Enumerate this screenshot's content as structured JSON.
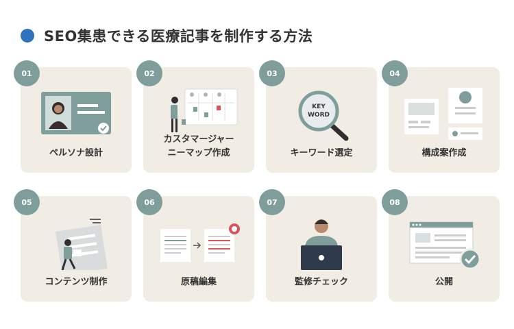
{
  "header": {
    "title": "SEO集患できる医療記事を制作する方法"
  },
  "steps": [
    {
      "num": "01",
      "label": "ペルソナ設計"
    },
    {
      "num": "02",
      "label": "カスタマージャー",
      "label2": "ニーマップ作成"
    },
    {
      "num": "03",
      "label": "キーワード選定",
      "magnifier_text1": "KEY",
      "magnifier_text2": "WORD"
    },
    {
      "num": "04",
      "label": "構成案作成"
    },
    {
      "num": "05",
      "label": "コンテンツ制作"
    },
    {
      "num": "06",
      "label": "原稿編集"
    },
    {
      "num": "07",
      "label": "監修チェック"
    },
    {
      "num": "08",
      "label": "公開"
    }
  ],
  "colors": {
    "accent_dot": "#2f72bd",
    "badge": "#7f9e9b",
    "card_bg": "#f1ede4",
    "red_accent": "#d9545a"
  }
}
